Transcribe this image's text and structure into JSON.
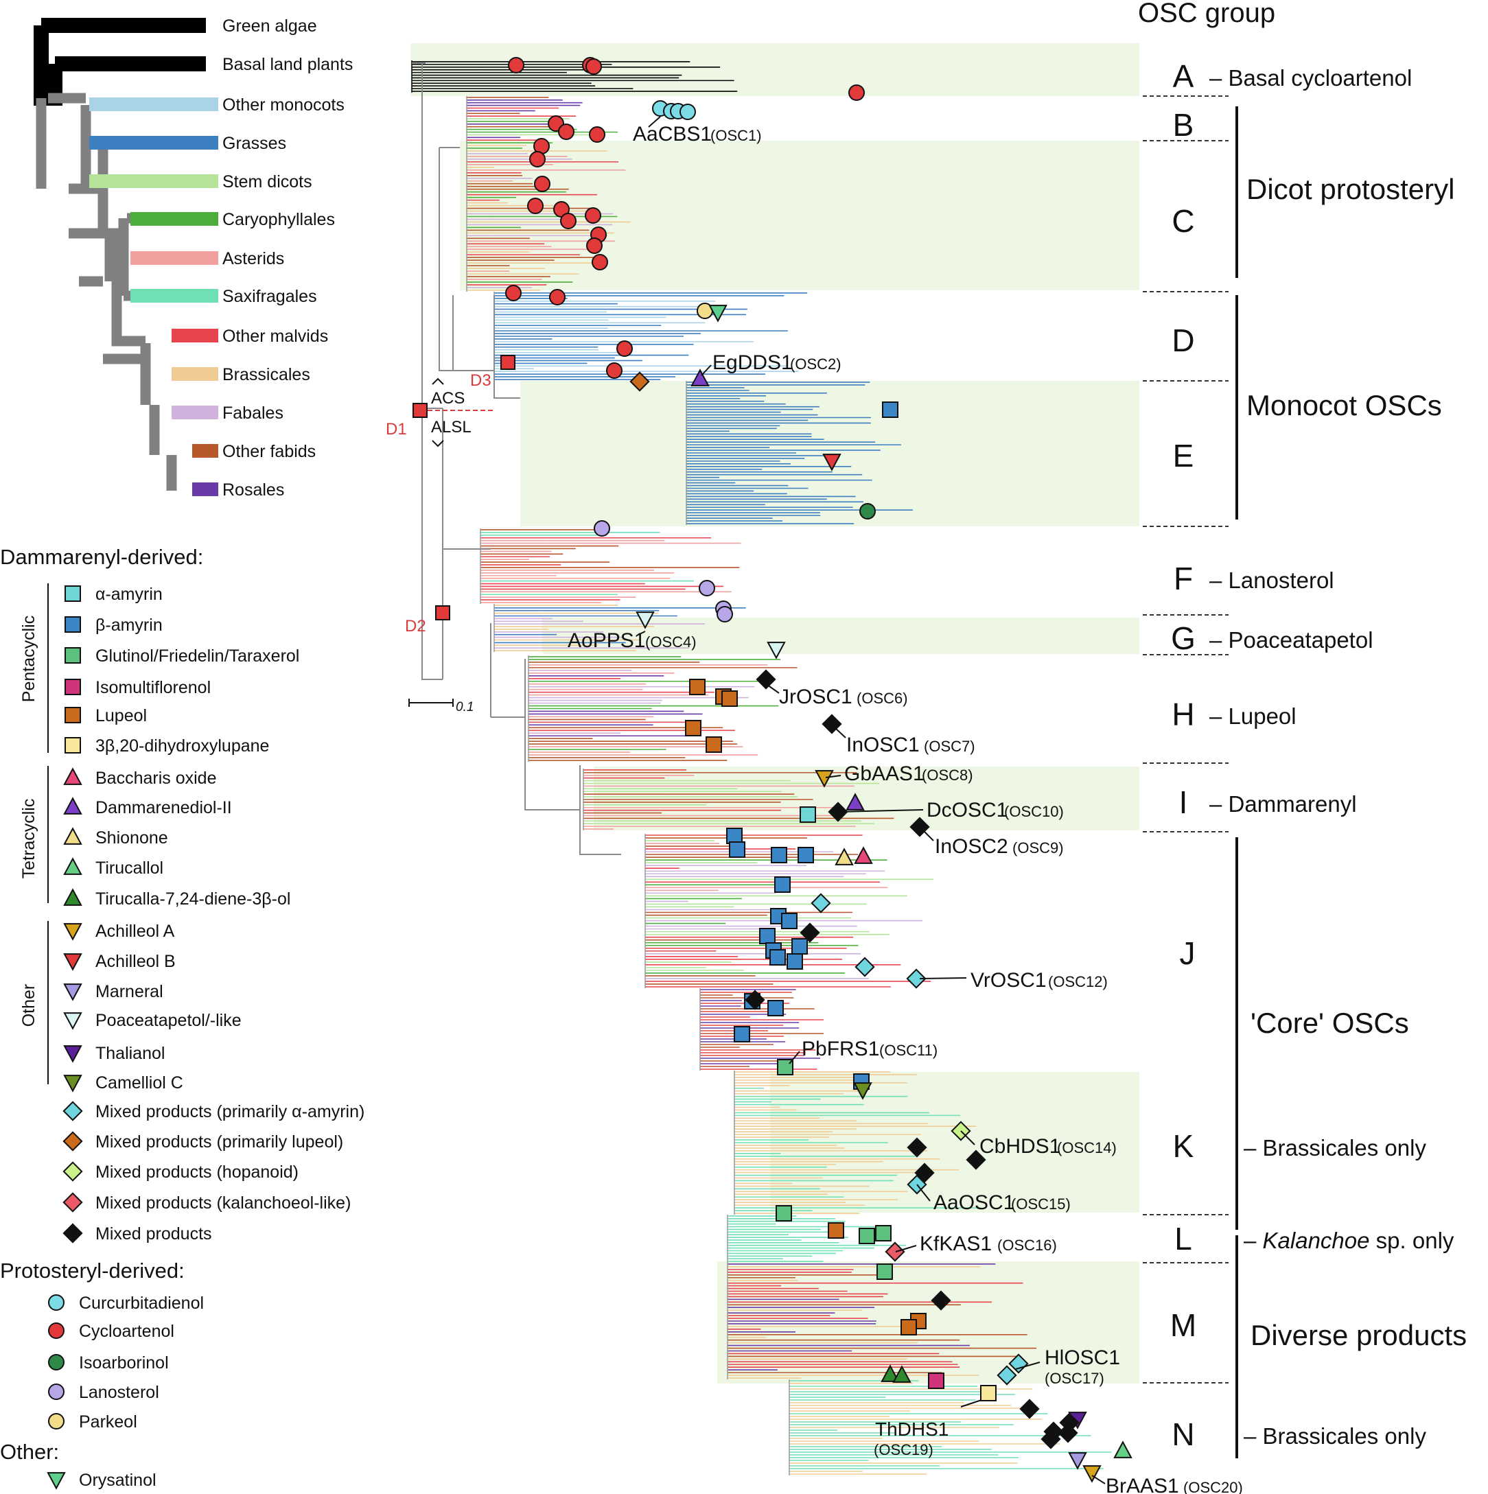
{
  "header": {
    "osc_group": "OSC group"
  },
  "species_tree": {
    "clades": [
      {
        "name": "Green algae",
        "color": "#000000"
      },
      {
        "name": "Basal land plants",
        "color": "#000000"
      },
      {
        "name": "Other monocots",
        "color": "#a9d3e6"
      },
      {
        "name": "Grasses",
        "color": "#3d7fc1"
      },
      {
        "name": "Stem dicots",
        "color": "#b3e49a"
      },
      {
        "name": "Caryophyllales",
        "color": "#4caf3c"
      },
      {
        "name": "Asterids",
        "color": "#f19f9f"
      },
      {
        "name": "Saxifragales",
        "color": "#6fdfb4"
      },
      {
        "name": "Other malvids",
        "color": "#e8444d"
      },
      {
        "name": "Brassicales",
        "color": "#f0cc94"
      },
      {
        "name": "Fabales",
        "color": "#cfb3dd"
      },
      {
        "name": "Other fabids",
        "color": "#b8562c"
      },
      {
        "name": "Rosales",
        "color": "#6a3aa8"
      }
    ]
  },
  "legend": {
    "dammarenyl_title": "Dammarenyl-derived:",
    "protosteryl_title": "Protosteryl-derived:",
    "other_title": "Other:",
    "groups": {
      "pentacyclic": "Pentacyclic",
      "tetracyclic": "Tetracyclic",
      "other": "Other"
    },
    "items": [
      {
        "label": "α-amyrin",
        "shape": "square",
        "color": "#6fd6d8"
      },
      {
        "label": "β-amyrin",
        "shape": "square",
        "color": "#3b86c6"
      },
      {
        "label": "Glutinol/Friedelin/Taraxerol",
        "shape": "square",
        "color": "#5cc07e"
      },
      {
        "label": "Isomultiflorenol",
        "shape": "square",
        "color": "#d0347a"
      },
      {
        "label": "Lupeol",
        "shape": "square",
        "color": "#c96a1c"
      },
      {
        "label": "3β,20-dihydroxylupane",
        "shape": "square",
        "color": "#f6e79b"
      },
      {
        "label": "Baccharis oxide",
        "shape": "tri-up",
        "color": "#e8477a"
      },
      {
        "label": "Dammarenediol-II",
        "shape": "tri-up",
        "color": "#7b3fc8"
      },
      {
        "label": "Shionone",
        "shape": "tri-up",
        "color": "#f2dd8a"
      },
      {
        "label": "Tirucallol",
        "shape": "tri-up",
        "color": "#66cf86"
      },
      {
        "label": "Tirucalla-7,24-diene-3β-ol",
        "shape": "tri-up",
        "color": "#2f8a2f"
      },
      {
        "label": "Achilleol A",
        "shape": "tri-down",
        "color": "#d6a31a"
      },
      {
        "label": "Achilleol B",
        "shape": "tri-down",
        "color": "#e23a3a"
      },
      {
        "label": "Marneral",
        "shape": "tri-down",
        "color": "#a49be0"
      },
      {
        "label": "Poaceatapetol/-like",
        "shape": "tri-down",
        "color": "#d9f4f2"
      },
      {
        "label": "Thalianol",
        "shape": "tri-down",
        "color": "#5b1f9a"
      },
      {
        "label": "Camelliol C",
        "shape": "tri-down",
        "color": "#6b8e23"
      },
      {
        "label": "Mixed products (primarily α-amyrin)",
        "shape": "diamond",
        "color": "#6fd6e0"
      },
      {
        "label": "Mixed products (primarily lupeol)",
        "shape": "diamond",
        "color": "#c96a1c"
      },
      {
        "label": "Mixed products (hopanoid)",
        "shape": "diamond",
        "color": "#c9f28a"
      },
      {
        "label": "Mixed products (kalanchoeol-like)",
        "shape": "diamond",
        "color": "#ea5a66"
      },
      {
        "label": "Mixed products",
        "shape": "diamond",
        "color": "#111111"
      },
      {
        "label": "Curcurbitadienol",
        "shape": "circle",
        "color": "#7ddbe8"
      },
      {
        "label": "Cycloartenol",
        "shape": "circle",
        "color": "#e23a3a"
      },
      {
        "label": "Isoarborinol",
        "shape": "circle",
        "color": "#2f8a4a"
      },
      {
        "label": "Lanosterol",
        "shape": "circle",
        "color": "#b7a6e8"
      },
      {
        "label": "Parkeol",
        "shape": "circle",
        "color": "#f2dd8a"
      },
      {
        "label": "Orysatinol",
        "shape": "tri-down",
        "color": "#5ecf8c"
      }
    ]
  },
  "groups": [
    {
      "letter": "A",
      "desc": "– Basal cycloartenol"
    },
    {
      "letter": "B",
      "desc": ""
    },
    {
      "letter": "C",
      "desc": ""
    },
    {
      "letter": "D",
      "desc": ""
    },
    {
      "letter": "E",
      "desc": ""
    },
    {
      "letter": "F",
      "desc": "– Lanosterol"
    },
    {
      "letter": "G",
      "desc": "– Poaceatapetol"
    },
    {
      "letter": "H",
      "desc": "– Lupeol"
    },
    {
      "letter": "I",
      "desc": "– Dammarenyl"
    },
    {
      "letter": "J",
      "desc": ""
    },
    {
      "letter": "K",
      "desc": "– Brassicales only"
    },
    {
      "letter": "L",
      "desc": "– Kalanchoe sp. only"
    },
    {
      "letter": "M",
      "desc": ""
    },
    {
      "letter": "N",
      "desc": "– Brassicales only"
    }
  ],
  "brackets": [
    {
      "label": "Dicot protosteryl"
    },
    {
      "label": "Monocot OSCs"
    },
    {
      "label": "'Core' OSCs"
    },
    {
      "label": "Diverse products"
    }
  ],
  "enzymes": [
    {
      "name": "AaCBS1",
      "osc": "(OSC1)"
    },
    {
      "name": "EgDDS1",
      "osc": "(OSC2)"
    },
    {
      "name": "AoPPS1",
      "osc": "(OSC4)"
    },
    {
      "name": "JrOSC1",
      "osc": "(OSC6)"
    },
    {
      "name": "InOSC1",
      "osc": "(OSC7)"
    },
    {
      "name": "GbAAS1",
      "osc": "(OSC8)"
    },
    {
      "name": "DcOSC1",
      "osc": "(OSC10)"
    },
    {
      "name": "InOSC2",
      "osc": "(OSC9)"
    },
    {
      "name": "VrOSC1",
      "osc": "(OSC12)"
    },
    {
      "name": "PbFRS1",
      "osc": "(OSC11)"
    },
    {
      "name": "CbHDS1",
      "osc": "(OSC14)"
    },
    {
      "name": "AaOSC1",
      "osc": "(OSC15)"
    },
    {
      "name": "KfKAS1",
      "osc": "(OSC16)"
    },
    {
      "name": "HlOSC1",
      "osc": "(OSC17)"
    },
    {
      "name": "ThDHS1",
      "osc": "(OSC19)"
    },
    {
      "name": "BrAAS1",
      "osc": "(OSC20)"
    }
  ],
  "nodes": [
    {
      "label": "D1"
    },
    {
      "label": "D2"
    },
    {
      "label": "D3"
    }
  ],
  "transition": {
    "above": "ACS",
    "below": "ALSL"
  },
  "scale_bar": "0.1"
}
